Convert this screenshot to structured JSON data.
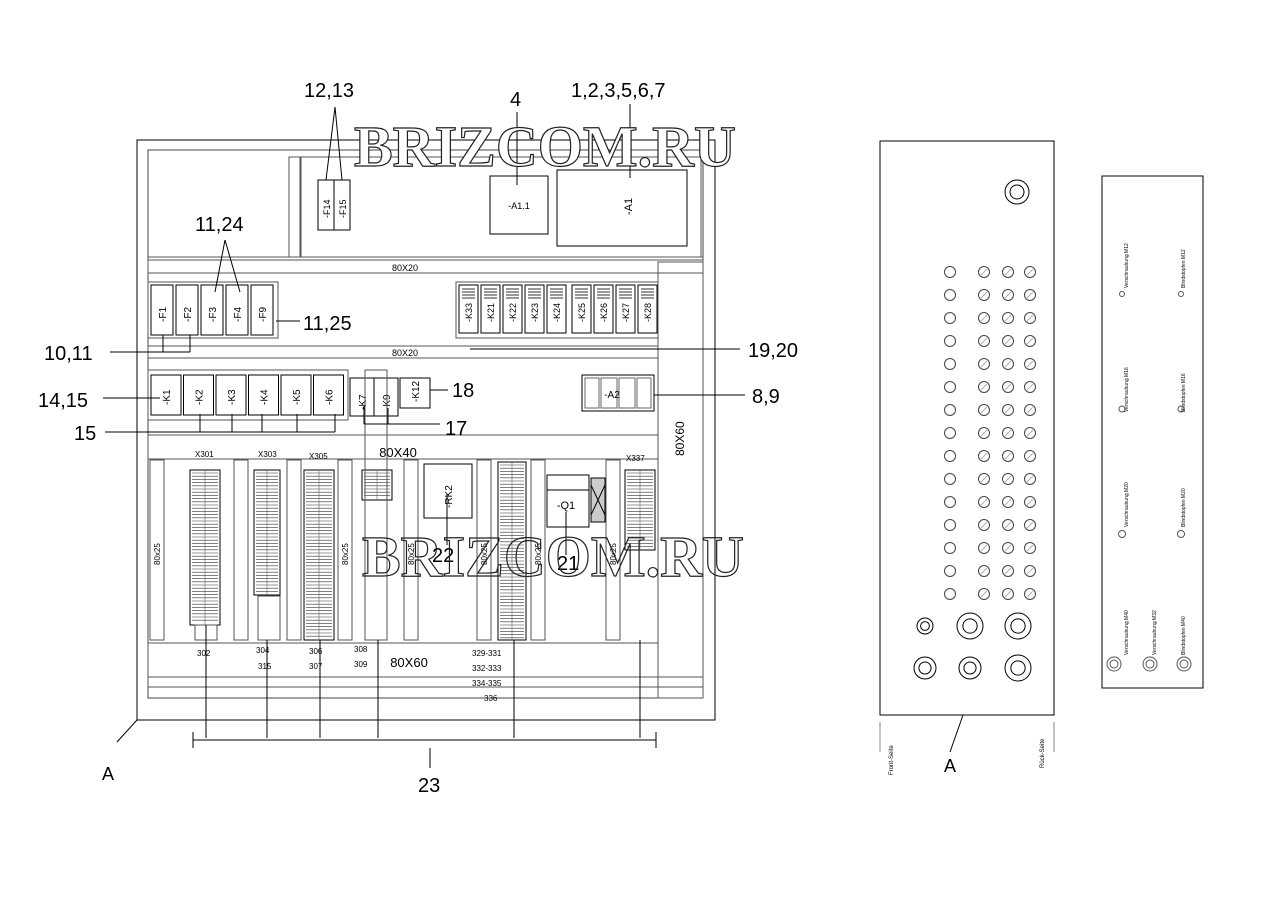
{
  "watermark": "BRIZCOM.RU",
  "callouts": {
    "c12_13": "12,13",
    "c4": "4",
    "c1_7": "1,2,3,5,6,7",
    "c11_24": "11,24",
    "c11_25": "11,25",
    "c10_11": "10,11",
    "c19_20": "19,20",
    "c14_15": "14,15",
    "c18": "18",
    "c8_9": "8,9",
    "c15": "15",
    "c17": "17",
    "c22": "22",
    "c21": "21",
    "c23": "23"
  },
  "view_labels": {
    "left": "A",
    "right": "A"
  },
  "ducts": {
    "d80x20_top": "80X20",
    "d80x20_mid": "80X20",
    "d80x60_right": "80X60",
    "d80x40": "80X40",
    "d80x60_bottom": "80X60",
    "d80x25": "80x25"
  },
  "devices": {
    "a1": "-A1",
    "a11": "-A1.1",
    "a2": "-A2",
    "f14": "-F14",
    "f15": "-F15",
    "fuses": [
      "-F1",
      "-F2",
      "-F3",
      "-F4",
      "-F9"
    ],
    "relays_top": [
      "-K33",
      "-K21",
      "-K22",
      "-K23",
      "-K24",
      "-K25",
      "-K26",
      "-K27",
      "-K28"
    ],
    "contactors": [
      "-K1",
      "-K2",
      "-K3",
      "-K4",
      "-K5",
      "-K6"
    ],
    "relays_small": [
      "-K7",
      "-K9",
      "-K12"
    ],
    "rk2": "-RK2",
    "q1": "-Q1"
  },
  "terminals": {
    "x301": "X301",
    "x303": "X303",
    "x305": "X305",
    "x337": "X337",
    "n302": "302",
    "n304": "304",
    "n315": "315",
    "n306": "306",
    "n307": "307",
    "n308": "308",
    "n309": "309",
    "n329": "329-331",
    "n332": "332-333",
    "n334": "334-335",
    "n336": "336"
  },
  "gland_plate": {
    "front": "Front-Seite",
    "rear": "Rück-Seite",
    "m12a": "Verschraubung M12",
    "m12b": "Blindstopfen M12",
    "m16a": "Verschraubung M16",
    "m16b": "Blindstopfen M16",
    "m20a": "Verschraubung M20",
    "m20b": "Blindstopfen M20",
    "m40a": "Verschraubung M40",
    "m32": "Verschraubung M32",
    "m40b": "Blindstopfen M40"
  }
}
